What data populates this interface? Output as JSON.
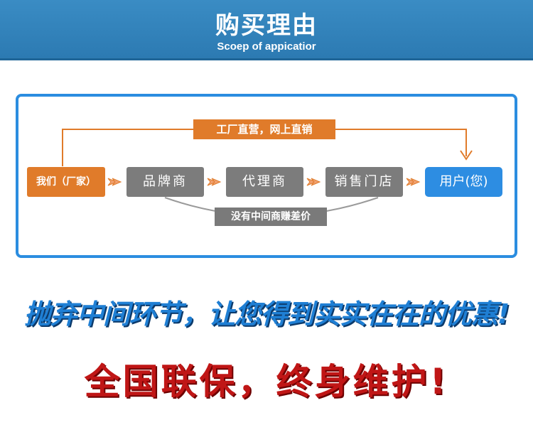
{
  "header": {
    "title": "购买理由",
    "subtitle": "Scoep of appicatior"
  },
  "flow": {
    "origin": "我们（厂家）",
    "steps": [
      "品牌商",
      "代理商",
      "销售门店"
    ],
    "end": "用户(您)",
    "direct_label": "工厂直营，网上直销",
    "bottom_label": "没有中间商赚差价"
  },
  "slogans": {
    "line1": "抛弃中间环节，让您得到实实在在的优惠!",
    "line2": "全国联保，终身维护!"
  },
  "colors": {
    "header_blue": "#2c7ab2",
    "frame_blue": "#2b8de0",
    "orange": "#e07b2a",
    "gray": "#7c7c7c",
    "slogan_blue": "#1f7fd4",
    "slogan_red": "#c01616"
  }
}
